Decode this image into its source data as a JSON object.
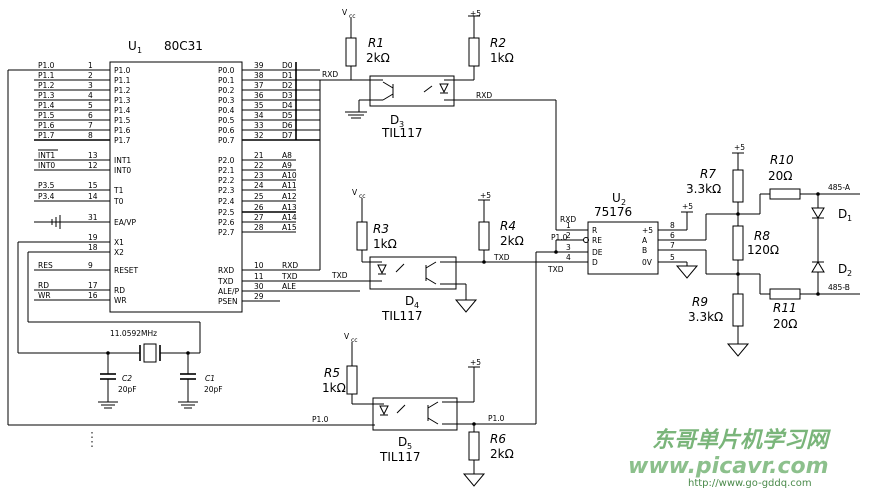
{
  "u1": {
    "ref": "U",
    "sub": "1",
    "part": "80C31",
    "left_pins": [
      {
        "net": "P1.0",
        "num": "1",
        "name": "P1.0"
      },
      {
        "net": "P1.1",
        "num": "2",
        "name": "P1.1"
      },
      {
        "net": "P1.2",
        "num": "3",
        "name": "P1.2"
      },
      {
        "net": "P1.3",
        "num": "4",
        "name": "P1.3"
      },
      {
        "net": "P1.4",
        "num": "5",
        "name": "P1.4"
      },
      {
        "net": "P1.5",
        "num": "6",
        "name": "P1.5"
      },
      {
        "net": "P1.6",
        "num": "7",
        "name": "P1.6"
      },
      {
        "net": "P1.7",
        "num": "8",
        "name": "P1.7"
      },
      {
        "net": "INT1",
        "num": "13",
        "name": "INT1"
      },
      {
        "net": "INT0",
        "num": "12",
        "name": "INT0"
      },
      {
        "net": "P3.5",
        "num": "15",
        "name": "T1"
      },
      {
        "net": "P3.4",
        "num": "14",
        "name": "T0"
      },
      {
        "net": "",
        "num": "31",
        "name": "EA/VP"
      },
      {
        "net": "",
        "num": "19",
        "name": "X1"
      },
      {
        "net": "",
        "num": "18",
        "name": "X2"
      },
      {
        "net": "RES",
        "num": "9",
        "name": "RESET"
      },
      {
        "net": "RD",
        "num": "17",
        "name": "RD"
      },
      {
        "net": "WR",
        "num": "16",
        "name": "WR"
      }
    ],
    "right_pins": [
      {
        "name": "P0.0",
        "num": "39",
        "net": "D0"
      },
      {
        "name": "P0.1",
        "num": "38",
        "net": "D1"
      },
      {
        "name": "P0.2",
        "num": "37",
        "net": "D2"
      },
      {
        "name": "P0.3",
        "num": "36",
        "net": "D3"
      },
      {
        "name": "P0.4",
        "num": "35",
        "net": "D4"
      },
      {
        "name": "P0.5",
        "num": "34",
        "net": "D5"
      },
      {
        "name": "P0.6",
        "num": "33",
        "net": "D6"
      },
      {
        "name": "P0.7",
        "num": "32",
        "net": "D7"
      },
      {
        "name": "P2.0",
        "num": "21",
        "net": "A8"
      },
      {
        "name": "P2.1",
        "num": "22",
        "net": "A9"
      },
      {
        "name": "P2.2",
        "num": "23",
        "net": "A10"
      },
      {
        "name": "P2.3",
        "num": "24",
        "net": "A11"
      },
      {
        "name": "P2.4",
        "num": "25",
        "net": "A12"
      },
      {
        "name": "P2.5",
        "num": "26",
        "net": "A13"
      },
      {
        "name": "P2.6",
        "num": "27",
        "net": "A14"
      },
      {
        "name": "P2.7",
        "num": "28",
        "net": "A15"
      },
      {
        "name": "RXD",
        "num": "10",
        "net": "RXD"
      },
      {
        "name": "TXD",
        "num": "11",
        "net": "TXD"
      },
      {
        "name": "ALE/P",
        "num": "30",
        "net": "ALE"
      },
      {
        "name": "PSEN",
        "num": "29",
        "net": ""
      }
    ]
  },
  "u2": {
    "ref": "U",
    "sub": "2",
    "part": "75176",
    "pins": [
      {
        "name": "R",
        "num": "1"
      },
      {
        "name": "RE",
        "num": "2"
      },
      {
        "name": "DE",
        "num": "3"
      },
      {
        "name": "D",
        "num": "4"
      },
      {
        "name": "+5",
        "num": "8"
      },
      {
        "name": "A",
        "num": "6"
      },
      {
        "name": "B",
        "num": "7"
      },
      {
        "name": "0V",
        "num": "5"
      }
    ]
  },
  "opto": [
    {
      "ref": "D",
      "sub": "3",
      "part": "TIL117"
    },
    {
      "ref": "D",
      "sub": "4",
      "part": "TIL117"
    },
    {
      "ref": "D",
      "sub": "5",
      "part": "TIL117"
    }
  ],
  "diodes": [
    {
      "ref": "D",
      "sub": "1"
    },
    {
      "ref": "D",
      "sub": "2"
    }
  ],
  "resistors": [
    {
      "ref": "R1",
      "val": "2kΩ"
    },
    {
      "ref": "R2",
      "val": "1kΩ"
    },
    {
      "ref": "R3",
      "val": "1kΩ"
    },
    {
      "ref": "R4",
      "val": "2kΩ"
    },
    {
      "ref": "R5",
      "val": "1kΩ"
    },
    {
      "ref": "R6",
      "val": "2kΩ"
    },
    {
      "ref": "R7",
      "val": "3.3kΩ"
    },
    {
      "ref": "R8",
      "val": "120Ω"
    },
    {
      "ref": "R9",
      "val": "3.3kΩ"
    },
    {
      "ref": "R10",
      "val": "20Ω"
    },
    {
      "ref": "R11",
      "val": "20Ω"
    }
  ],
  "caps": [
    {
      "ref": "C2",
      "val": "20pF"
    },
    {
      "ref": "C1",
      "val": "20pF"
    }
  ],
  "crystal": "11.0592MHz",
  "power": {
    "vcc": "V",
    "vcc_sub": "cc",
    "plus5": "+5"
  },
  "nets": {
    "rxd": "RXD",
    "txd": "TXD",
    "p10": "P1.0",
    "a485": "485-A",
    "b485": "485-B"
  },
  "watermark": {
    "cn": "东哥单片机学习网",
    "en": "www.picavr.com",
    "url": "http://www.go-gddq.com"
  }
}
